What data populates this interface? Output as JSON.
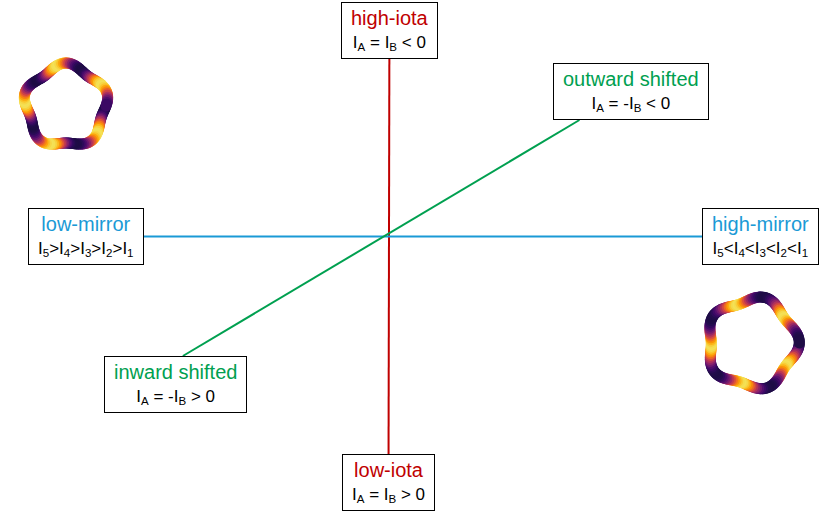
{
  "diagram": {
    "nodes": [
      {
        "text": [
          "high-iota",
          "IA = IB < 0"
        ]
      },
      {
        "text": [
          "outward shifted",
          "IA = -IB < 0"
        ]
      },
      {
        "text": [
          "low-mirror",
          "I5>I4>I3>I2>I1"
        ]
      },
      {
        "text": [
          "high-mirror",
          "I5<I4<I3<I2<I1"
        ]
      },
      {
        "text": [
          "inward shifted",
          "IA = -IB > 0"
        ]
      },
      {
        "text": [
          "low-iota",
          "IA = IB > 0"
        ]
      }
    ],
    "edges": [
      {
        "from": 0,
        "to": 5,
        "arrow": "none"
      },
      {
        "from": 2,
        "to": 3,
        "arrow": "none"
      },
      {
        "from": 4,
        "to": 1,
        "arrow": "none"
      }
    ]
  }
}
